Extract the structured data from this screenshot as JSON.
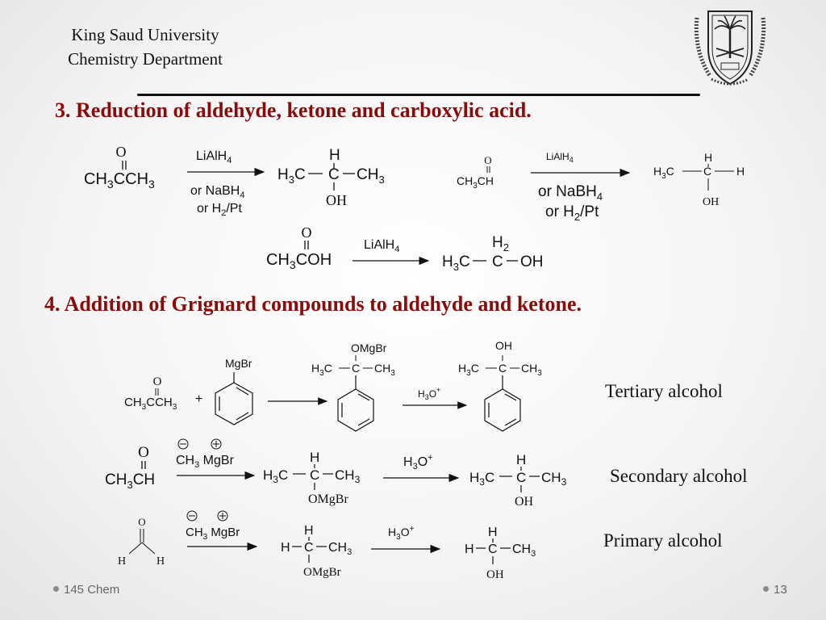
{
  "header": {
    "line1": "King Saud University",
    "line2": "Chemistry Department"
  },
  "headings": {
    "section3": "3. Reduction of aldehyde, ketone and carboxylic acid.",
    "section4": "4. Addition of Grignard compounds to aldehyde and ketone."
  },
  "labels": {
    "tertiary": "Tertiary alcohol",
    "secondary": "Secondary alcohol",
    "primary": "Primary alcohol"
  },
  "footer": {
    "course": "145 Chem",
    "page": "13"
  },
  "icons": {
    "logo": "university-seal-icon"
  },
  "colors": {
    "heading": "#8b0a0a",
    "text": "#111111",
    "footer": "#666666"
  }
}
